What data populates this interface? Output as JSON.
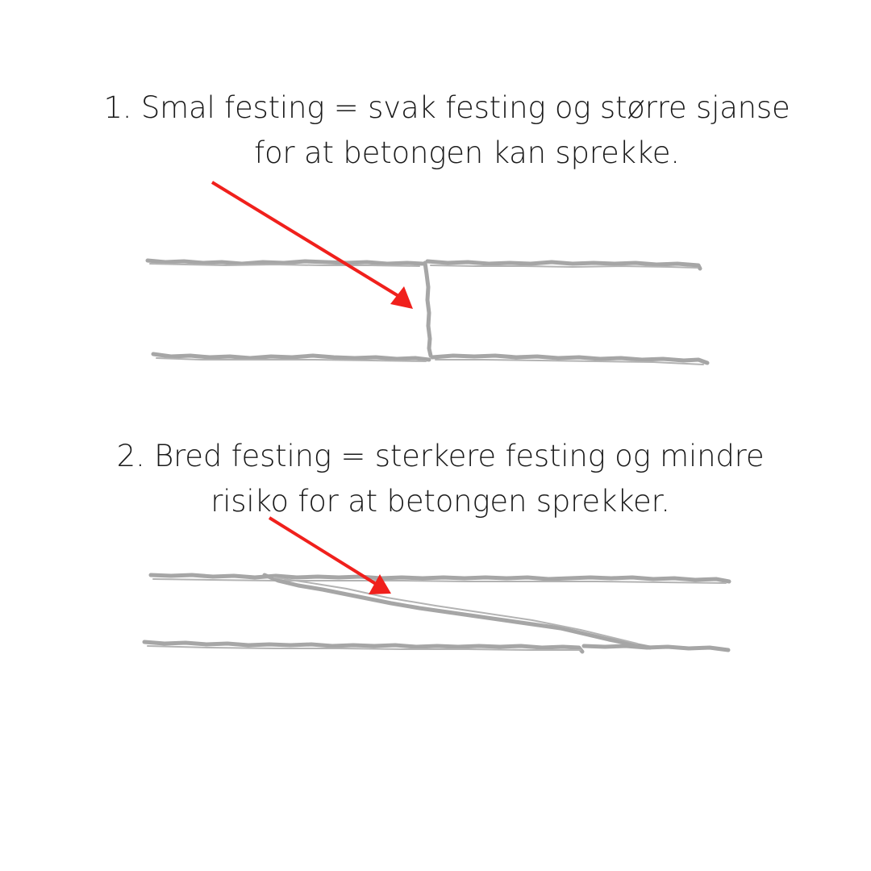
{
  "captions": [
    {
      "lines": [
        "1.  Smal festing = svak festing og større sjanse",
        "for at betongen kan sprekke."
      ]
    },
    {
      "lines": [
        "2. Bred festing = sterkere festing og mindre",
        "risiko for at betongen sprekker."
      ]
    }
  ],
  "colors": {
    "arrow": "#f0201c",
    "joint_lines": "#a6a6a6",
    "text": "#1a1a1a",
    "background": "#ffffff"
  }
}
